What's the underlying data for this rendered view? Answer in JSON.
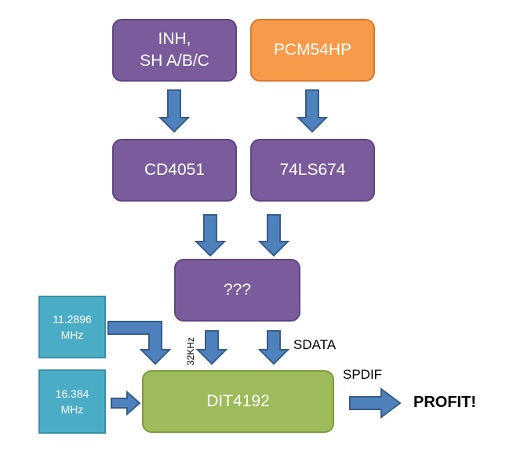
{
  "boxes": {
    "inh": "INH,\nSH A/B/C",
    "pcm": "PCM54HP",
    "cd4051": "CD4051",
    "ls674": "74LS674",
    "unknown": "???",
    "dit": "DIT4192",
    "clk1": "11.2896\nMHz",
    "clk2": "16.384\nMHz"
  },
  "labels": {
    "freq": "32KHz",
    "sdata": "SDATA",
    "spdif": "SPDIF",
    "profit": "PROFIT!"
  },
  "colors": {
    "purple": "#7a5c9c",
    "orange": "#f79a4a",
    "green": "#9dbb5a",
    "teal": "#4bacc6",
    "arrow": "#4f81bd"
  }
}
